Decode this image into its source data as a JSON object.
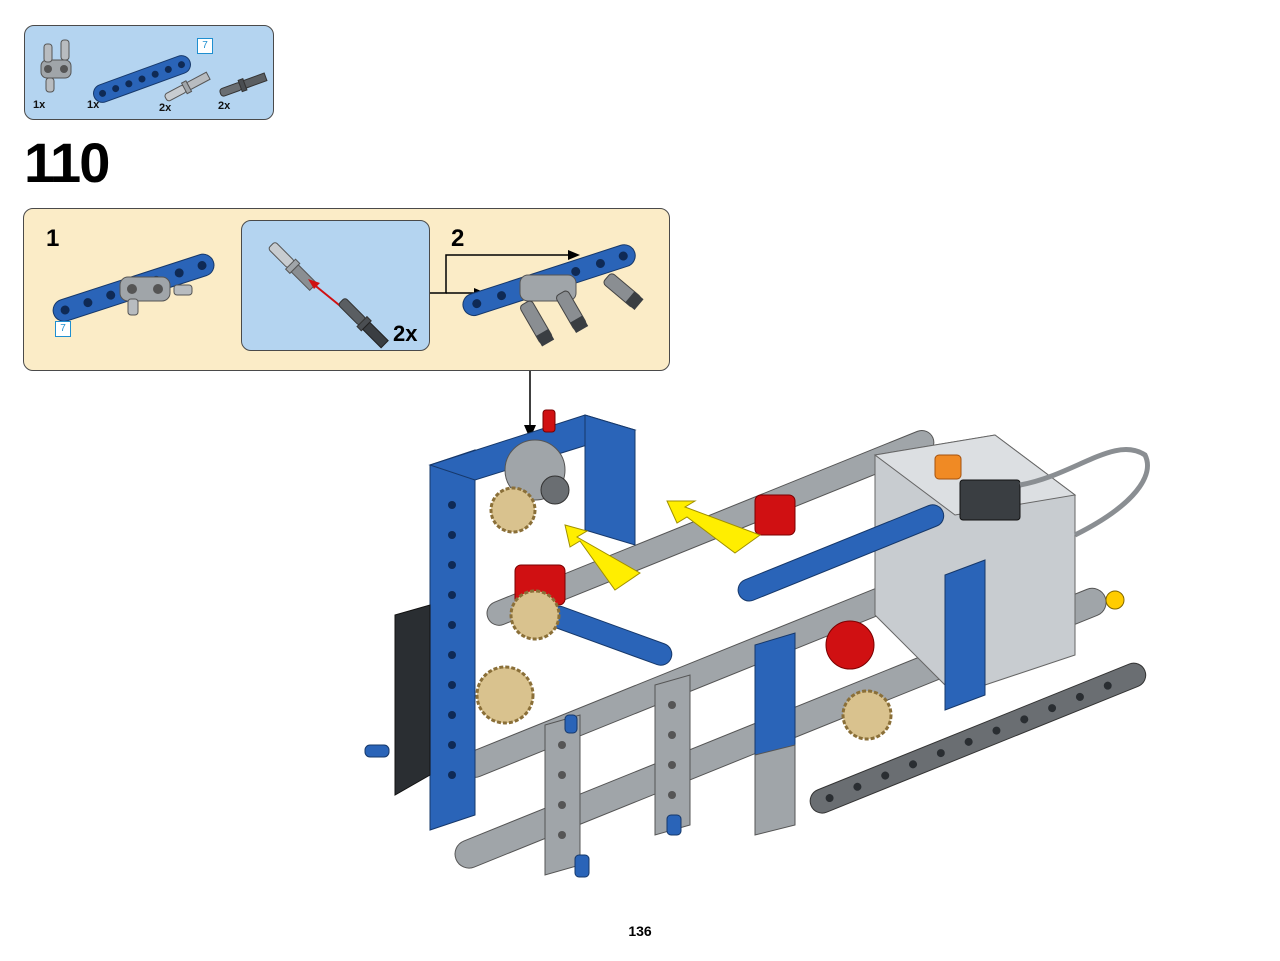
{
  "parts_list": {
    "items": [
      {
        "qty": "1x",
        "icon": "double-pin-connector-icon"
      },
      {
        "qty": "1x",
        "icon": "blue-beam-7-icon",
        "length": "7"
      },
      {
        "qty": "2x",
        "icon": "axle-pin-light-grey-icon"
      },
      {
        "qty": "2x",
        "icon": "axle-pin-dark-grey-icon"
      }
    ]
  },
  "step": {
    "number": "110",
    "substeps": [
      {
        "number": "1",
        "beam_length": "7"
      },
      {
        "number": "2"
      }
    ],
    "callout": {
      "multiplier": "2x"
    }
  },
  "page": {
    "number": "136"
  },
  "colors": {
    "callout_blue": "#b4d4f0",
    "substep_background": "#fbecc7",
    "beam_blue": "#2a64b8",
    "light_grey": "#a0a5a9",
    "dark_grey": "#5a5e62",
    "red": "#d01012",
    "tan": "#d9c28e",
    "yellow": "#ffee00",
    "orange": "#f08a24"
  }
}
